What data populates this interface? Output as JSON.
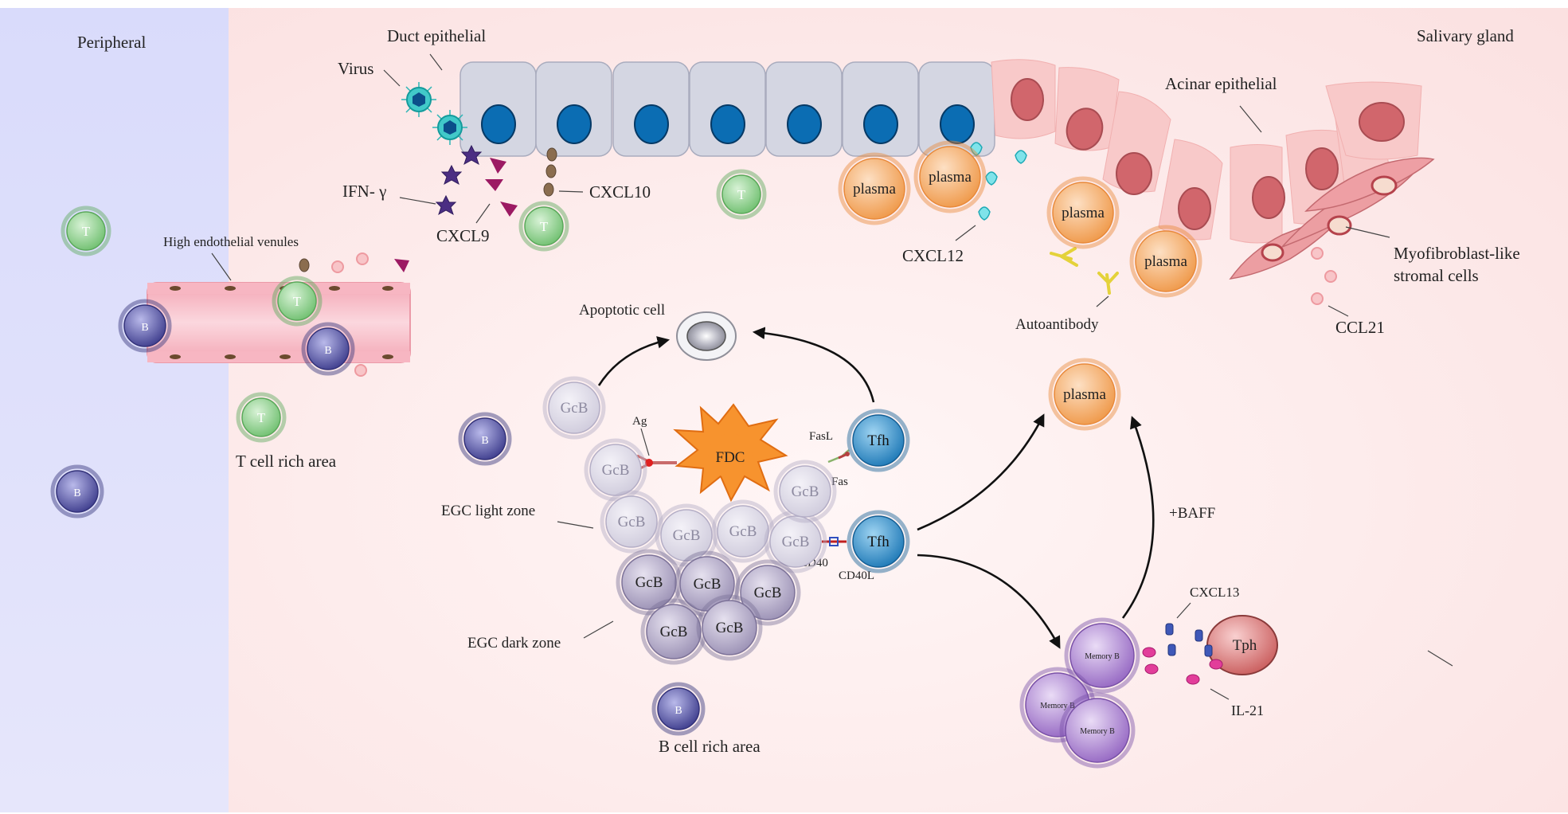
{
  "regions": {
    "peripheral": "Peripheral",
    "salivary_gland": "Salivary gland",
    "t_cell_rich_area": "T cell rich area",
    "b_cell_rich_area": "B cell rich area"
  },
  "labels": {
    "duct_epithelial": "Duct epithelial",
    "acinar_epithelial": "Acinar epithelial",
    "virus": "Virus",
    "ifn_gamma": "IFN- γ",
    "cxcl9": "CXCL9",
    "cxcl10": "CXCL10",
    "cxcl12": "CXCL12",
    "cxcl13": "CXCL13",
    "ccl21": "CCL21",
    "il21": "IL-21",
    "high_endothelial_venules": "High endothelial venules",
    "myofibroblast_line1": "Myofibroblast-like",
    "myofibroblast_line2": "stromal cells",
    "autoantibody": "Autoantibody",
    "apoptotic_cell": "Apoptotic cell",
    "egc_light_zone": "EGC light  zone",
    "egc_dark_zone": "EGC dark zone",
    "ag": "Ag",
    "fasl": "FasL",
    "fas": "Fas",
    "cd40": "CD40",
    "cd40l": "CD40L",
    "baff": "+BAFF"
  },
  "cells": {
    "t": "T",
    "b": "B",
    "plasma": "plasma",
    "gcb": "GcB",
    "fdc": "FDC",
    "tfh": "Tfh",
    "tph": "Tph",
    "memory_b": "Memory B"
  },
  "colors": {
    "peripheral_bg": "#d9dcf9",
    "gland_bg": "#fde8e8",
    "t_cell": "#8fd08f",
    "b_cell": "#5b5aa6",
    "plasma": "#f2a25c",
    "tfh": "#2c8fca",
    "fdc": "#f7932e",
    "memory_b": "#a27bc9",
    "tph": "#d86a6a",
    "duct_nucleus": "#0b6db3",
    "acinar_nucleus": "#d1666c"
  }
}
